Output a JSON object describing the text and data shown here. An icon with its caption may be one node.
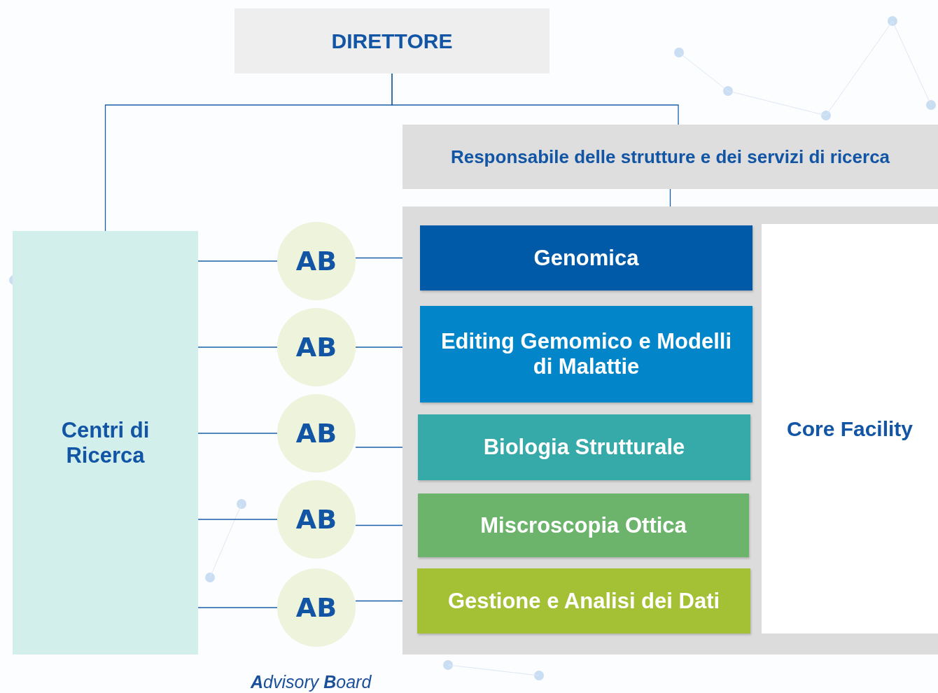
{
  "diagram": {
    "nodes": [
      {
        "text": [
          "DIRETTORE"
        ]
      },
      {
        "text": [
          "Responsabile delle strutture e dei servizi di ricerca"
        ]
      },
      {
        "text": [
          "Core Facility"
        ]
      },
      {
        "text": [
          "Centri di Ricerca"
        ]
      },
      {
        "text": [
          "AB"
        ]
      },
      {
        "text": [
          "AB"
        ]
      },
      {
        "text": [
          "AB"
        ]
      },
      {
        "text": [
          "AB"
        ]
      },
      {
        "text": [
          "AB"
        ]
      },
      {
        "text": [
          "Genomica"
        ],
        "in": 2
      },
      {
        "text": [
          "Editing Gemomico e Modelli di Malattie"
        ],
        "in": 2
      },
      {
        "text": [
          "Biologia Strutturale"
        ],
        "in": 2
      },
      {
        "text": [
          "Miscroscopia Ottica"
        ],
        "in": 2
      },
      {
        "text": [
          "Gestione e Analisi dei Dati"
        ],
        "in": 2
      }
    ],
    "edges": [
      {
        "from": 0,
        "to": 3,
        "arrow": "none"
      },
      {
        "from": 0,
        "to": 1,
        "arrow": "none"
      },
      {
        "from": 1,
        "to": 2,
        "arrow": "none"
      },
      {
        "from": 3,
        "to": 4,
        "arrow": "none"
      },
      {
        "from": 3,
        "to": 5,
        "arrow": "none"
      },
      {
        "from": 3,
        "to": 6,
        "arrow": "none"
      },
      {
        "from": 3,
        "to": 7,
        "arrow": "none"
      },
      {
        "from": 3,
        "to": 8,
        "arrow": "none"
      },
      {
        "from": 4,
        "to": 9,
        "arrow": "none"
      },
      {
        "from": 5,
        "to": 10,
        "arrow": "none"
      },
      {
        "from": 6,
        "to": 11,
        "arrow": "none"
      },
      {
        "from": 7,
        "to": 12,
        "arrow": "none"
      },
      {
        "from": 8,
        "to": 13,
        "arrow": "none"
      }
    ],
    "labels": [
      "**A**dvisory **B**oard"
    ]
  }
}
